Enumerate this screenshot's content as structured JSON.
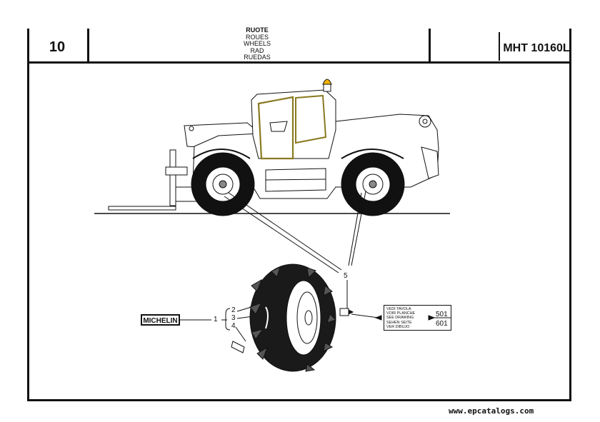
{
  "header": {
    "page_number": "10",
    "title_lines": [
      "RUOTE",
      "ROUES",
      "WHEELS",
      "RAD",
      "RUEDAS"
    ],
    "model": "MHT 10160L"
  },
  "diagram": {
    "callouts": {
      "item_1": "1",
      "item_2": "2",
      "item_3": "3",
      "item_4": "4",
      "item_5": "5"
    },
    "brand_label": "MICHELIN",
    "reference_box": {
      "lines": [
        "VEDI TAVOLA",
        "VOIR PLANCHE",
        "SEE DRAWING",
        "SEHEN SEITE",
        "VER DIBUJO"
      ],
      "numbers": [
        "501",
        "601"
      ]
    }
  },
  "footer": {
    "watermark": "www.epcatalogs.com"
  },
  "colors": {
    "beacon": "#f5b400",
    "ink": "#111111"
  }
}
